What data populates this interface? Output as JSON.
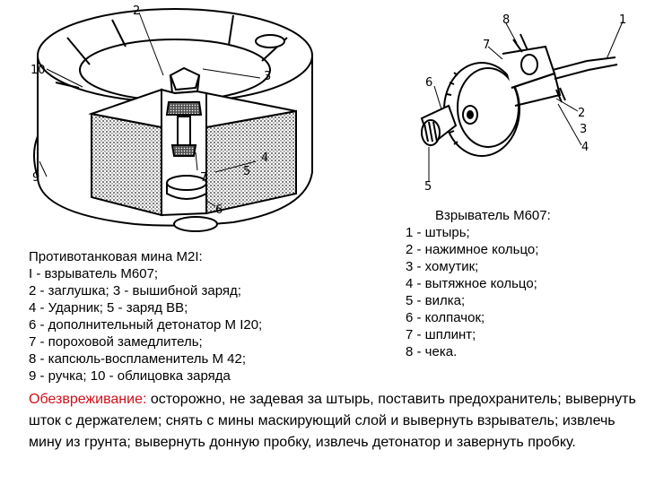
{
  "mine_figure": {
    "callouts": [
      "2",
      "3",
      "4",
      "5",
      "6",
      "7",
      "9",
      "10"
    ]
  },
  "fuze_figure": {
    "callouts": [
      "1",
      "2",
      "3",
      "4",
      "5",
      "6",
      "7",
      "8"
    ]
  },
  "mine_caption": {
    "title": "Противотанковая мина M2I:",
    "lines": [
      "I - взрыватель M607;",
      "2 - заглушка; 3 - вышибной заряд;",
      "4 - Ударник; 5 - заряд ВВ;",
      "6 - дополнительный детонатор М I20;",
      "7 - пороховой замедлитель;",
      "8 - капсюль-воспламенитель М 42;",
      "9 - ручка; 10 - облицовка заряда"
    ]
  },
  "fuze_caption": {
    "title": "Взрыватель M607:",
    "lines": [
      "1 - штырь;",
      "2 - нажимное кольцо;",
      "3 - хомутик;",
      "4 - вытяжное кольцо;",
      "5 - вилка;",
      "6 - колпачок;",
      "7 - шплинт;",
      "8 - чека."
    ]
  },
  "defuse": {
    "label": "Обезвреживание:",
    "text": "  осторожно, не задевая за штырь, поставить предохранитель; вывернуть шток с держателем; снять с мины маскирующий слой и вывернуть взрыватель; извлечь мину из грунта; вывернуть донную пробку, извлечь детонатор и завернуть пробку."
  },
  "colors": {
    "label_red": "#d0101a",
    "ink": "#000000"
  }
}
